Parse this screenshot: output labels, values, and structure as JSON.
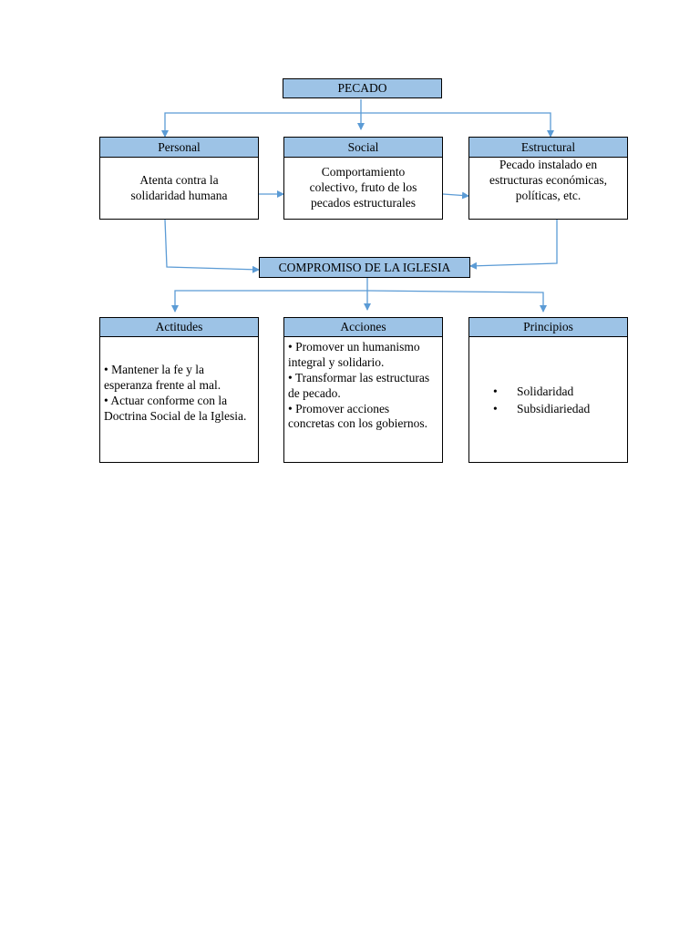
{
  "diagram": {
    "root": {
      "label": "PECADO"
    },
    "types": [
      {
        "header": "Personal",
        "text": "Atenta contra la solidaridad humana"
      },
      {
        "header": "Social",
        "text": "Comportamiento colectivo, fruto de los pecados estructurales"
      },
      {
        "header": "Estructural",
        "text": "Pecado instalado en estructuras económicas, políticas, etc."
      }
    ],
    "compromiso": {
      "label": "COMPROMISO DE LA IGLESIA"
    },
    "categories": [
      {
        "header": "Actitudes",
        "items": [
          "• Mantener la fe y la esperanza frente al mal.",
          "• Actuar conforme con la Doctrina Social de la Iglesia."
        ]
      },
      {
        "header": "Acciones",
        "items": [
          "• Promover un humanismo integral y solidario.",
          "• Transformar las estructuras de pecado.",
          "• Promover acciones concretas con los gobiernos."
        ]
      },
      {
        "header": "Principios",
        "items": [
          "Solidaridad",
          "Subsidiariedad"
        ]
      }
    ],
    "colors": {
      "header_fill": "#9dc3e6",
      "connector": "#5b9bd5",
      "border": "#000000"
    }
  }
}
